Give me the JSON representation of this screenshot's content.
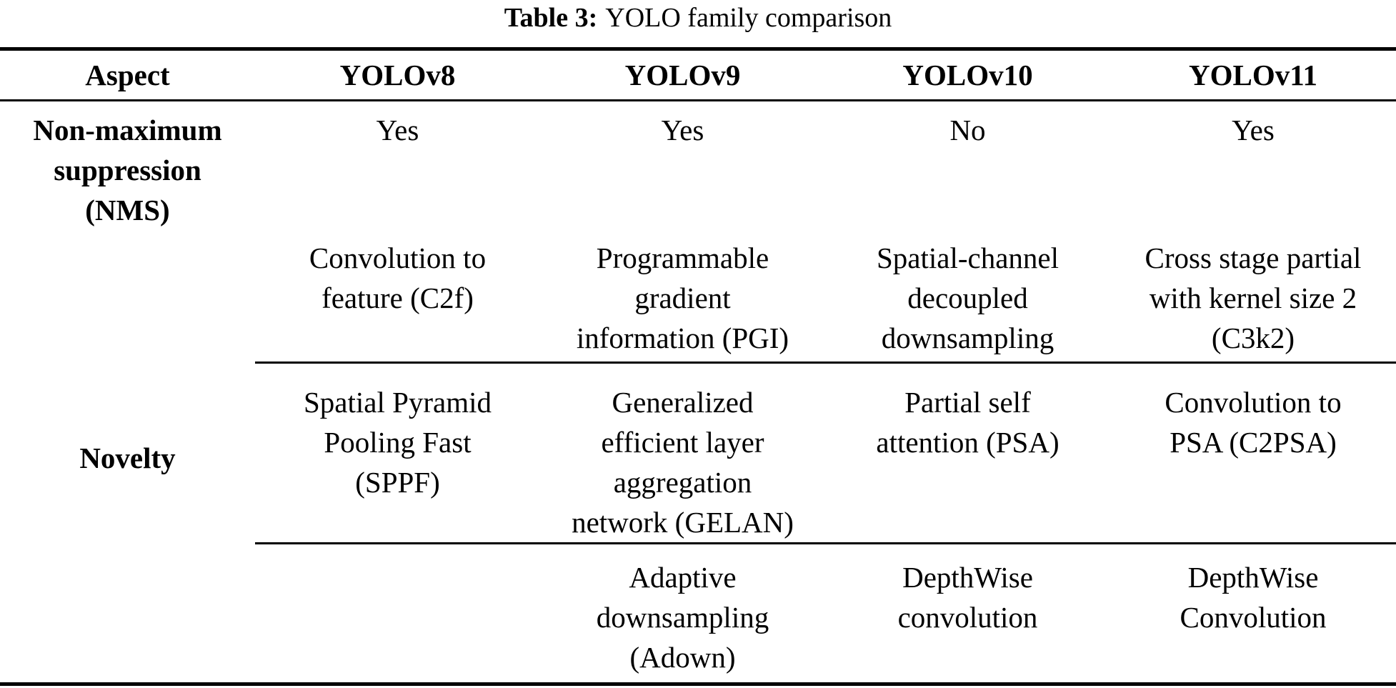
{
  "caption": {
    "label": "Table 3:",
    "text": "YOLO family comparison"
  },
  "colors": {
    "text": "#000000",
    "background": "#ffffff",
    "rule": "#000000"
  },
  "table": {
    "headers": [
      "Aspect",
      "YOLOv8",
      "YOLOv9",
      "YOLOv10",
      "YOLOv11"
    ],
    "nms": {
      "aspect": "Non-maximum\nsuppression\n(NMS)",
      "values": [
        "Yes",
        "Yes",
        "No",
        "Yes"
      ]
    },
    "novelty": {
      "aspect": "Novelty",
      "row1": [
        "Convolution to\nfeature (C2f)",
        "Programmable\ngradient\ninformation (PGI)",
        "Spatial-channel\ndecoupled\ndownsampling",
        "Cross stage partial\nwith kernel size 2\n(C3k2)"
      ],
      "row2": [
        "Spatial Pyramid\nPooling Fast\n(SPPF)",
        "Generalized\nefficient layer\naggregation\nnetwork (GELAN)",
        "Partial self\nattention (PSA)",
        "Convolution to\nPSA (C2PSA)"
      ],
      "row3": [
        "",
        "Adaptive\ndownsampling\n(Adown)",
        "DepthWise\nconvolution",
        "DepthWise\nConvolution"
      ]
    }
  }
}
